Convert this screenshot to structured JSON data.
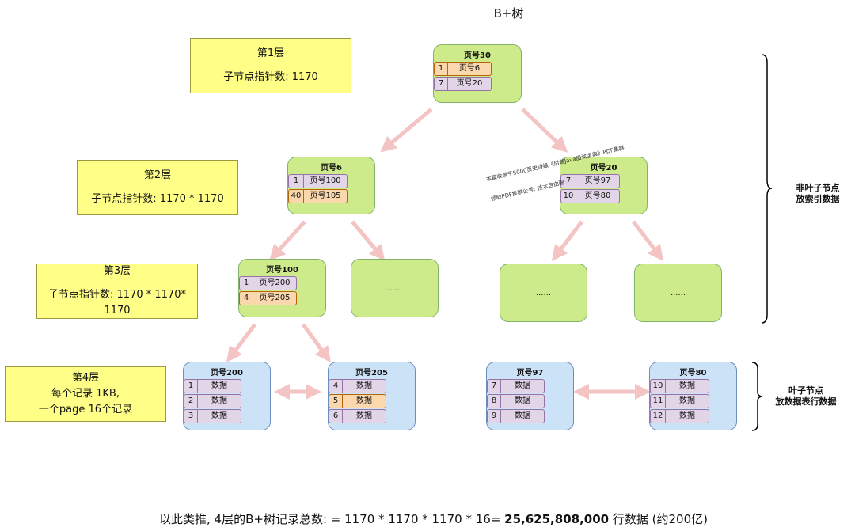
{
  "title": "B+树",
  "levels": [
    {
      "name": "第1层",
      "desc": "子节点指针数:    1170"
    },
    {
      "name": "第2层",
      "desc": "子节点指针数:     1170 * 1170"
    },
    {
      "name": "第3层",
      "desc": "子节点指针数:     1170 * 1170* 1170"
    },
    {
      "name": "第4层",
      "line2": "每个记录 1KB,",
      "line3": "一个page   16个记录"
    }
  ],
  "nodes": {
    "root": {
      "title": "页号30",
      "rows": [
        {
          "k": "1",
          "v": "页号6"
        },
        {
          "k": "7",
          "v": "页号20"
        }
      ]
    },
    "p6": {
      "title": "页号6",
      "rows": [
        {
          "k": "1",
          "v": "页号100"
        },
        {
          "k": "40",
          "v": "页号105"
        }
      ]
    },
    "p20": {
      "title": "页号20",
      "rows": [
        {
          "k": "7",
          "v": "页号97"
        },
        {
          "k": "10",
          "v": "页号80"
        }
      ]
    },
    "p100": {
      "title": "页号100",
      "rows": [
        {
          "k": "1",
          "v": "页号200"
        },
        {
          "k": "4",
          "v": "页号205"
        }
      ]
    },
    "ellipsis": "......",
    "p200": {
      "title": "页号200",
      "rows": [
        {
          "k": "1",
          "v": "数据"
        },
        {
          "k": "2",
          "v": "数据"
        },
        {
          "k": "3",
          "v": "数据"
        }
      ]
    },
    "p205": {
      "title": "页号205",
      "rows": [
        {
          "k": "4",
          "v": "数据"
        },
        {
          "k": "5",
          "v": "数据"
        },
        {
          "k": "6",
          "v": "数据"
        }
      ]
    },
    "p97": {
      "title": "页号97",
      "rows": [
        {
          "k": "7",
          "v": "数据"
        },
        {
          "k": "8",
          "v": "数据"
        },
        {
          "k": "9",
          "v": "数据"
        }
      ]
    },
    "p80": {
      "title": "页号80",
      "rows": [
        {
          "k": "10",
          "v": "数据"
        },
        {
          "k": "11",
          "v": "数据"
        },
        {
          "k": "12",
          "v": "数据"
        }
      ]
    }
  },
  "braces": {
    "nonleaf": {
      "line1": "非叶子节点",
      "line2": "放索引数据"
    },
    "leaf": {
      "line1": "叶子节点",
      "line2": "放数据表行数据"
    }
  },
  "watermark": {
    "line1": "本篇收录于5000页史诗级《后端Java面试宝典》PDF集群",
    "line2": "领取PDF集群公号: 技术自由圈"
  },
  "summary": {
    "prefix": "以此类推,   4层的B+树记录总数:  =    1170 *   1170 * 1170 *   16=",
    "total": "25,625,808,000",
    "suffix": "  行数据    (约200亿)"
  },
  "colors": {
    "nonleaf": "#cdeb8b",
    "leaf": "#cce2f7",
    "note": "#ffff88",
    "highlight": "#fad7ac",
    "entry": "#e1d5e7",
    "arrow": "#f4c3c3"
  }
}
